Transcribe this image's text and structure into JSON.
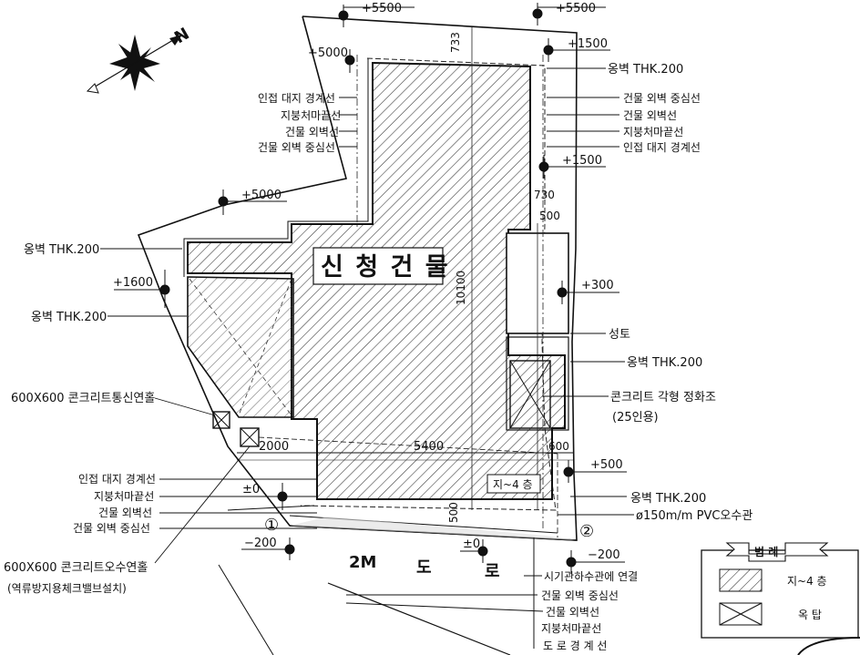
{
  "elevations": {
    "top_left": "+5500",
    "top_right": "+5500",
    "upper_left": "+5000",
    "upper_right": "+1500",
    "mid_right": "+1500",
    "mid_left": "+5000",
    "left": "+1600",
    "right_mid": "+300",
    "right_low": "+500",
    "zero_left": "±0",
    "minus_left": "−200",
    "zero_road": "±0",
    "minus_right": "−200"
  },
  "dimensions": {
    "top_vertical": "733",
    "depth": "10100",
    "offset_730": "730",
    "offset_500_top": "500",
    "width": "5400",
    "left_2000": "2000",
    "right_600": "600",
    "bottom_500": "500"
  },
  "building": {
    "title": "신 청 건 물",
    "floor_tag": "지~4 층"
  },
  "road": {
    "label_2m": "2M",
    "label_do": "도",
    "label_ro": "로"
  },
  "points": {
    "p1": "①",
    "p2": "②"
  },
  "labels_left": {
    "retaining_wall_1": "옹벽 THK.200",
    "retaining_wall_2": "옹벽 THK.200",
    "manhole_top": "600X600 콘크리트통신연홀",
    "manhole_bottom": "600X600 콘크리트오수연홀",
    "manhole_bottom_note": "(역류방지용체크밸브설치)"
  },
  "group_top_left": [
    "인접 대지 경계선",
    "지붕처마끝선",
    "건물 외벽선",
    "건물 외벽 중심선"
  ],
  "group_top_right": [
    "건물 외벽 중심선",
    "건물 외벽선",
    "지붕처마끝선",
    "인접 대지 경계선"
  ],
  "group_bottom_left": [
    "인접 대지 경계선",
    "지붕처마끝선",
    "건물 외벽선",
    "건물 외벽 중심선"
  ],
  "group_bottom_right": [
    "시기관하수관에 연결",
    "건물 외벽 중심선",
    "건물 외벽선",
    "지붕처마끝선",
    "도 로 경 계 선"
  ],
  "labels_right": {
    "retaining_wall_top": "옹벽 THK.200",
    "mound": "성토",
    "retaining_wall_mid": "옹벽 THK.200",
    "septic": "콘크리트 각형 정화조",
    "septic_capacity": "(25인용)",
    "retaining_wall_low": "옹벽 THK.200",
    "pipe": "ø150m/m PVC오수관"
  },
  "legend": {
    "title": "범 례",
    "item1_label": "지~4 층",
    "item2_label": "옥 탑"
  },
  "compass": {
    "north": "N"
  }
}
